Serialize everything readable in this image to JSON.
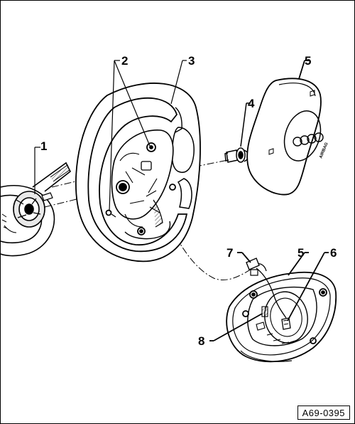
{
  "diagram": {
    "callouts": [
      {
        "id": "callout-1",
        "label": "1"
      },
      {
        "id": "callout-2",
        "label": "2"
      },
      {
        "id": "callout-3",
        "label": "3"
      },
      {
        "id": "callout-4",
        "label": "4"
      },
      {
        "id": "callout-5-top",
        "label": "5"
      },
      {
        "id": "callout-5-bottom",
        "label": "5"
      },
      {
        "id": "callout-6",
        "label": "6"
      },
      {
        "id": "callout-7",
        "label": "7"
      },
      {
        "id": "callout-8",
        "label": "8"
      }
    ],
    "airbag_lettering": "AIRBAG",
    "reference_code": "A69-0395"
  }
}
